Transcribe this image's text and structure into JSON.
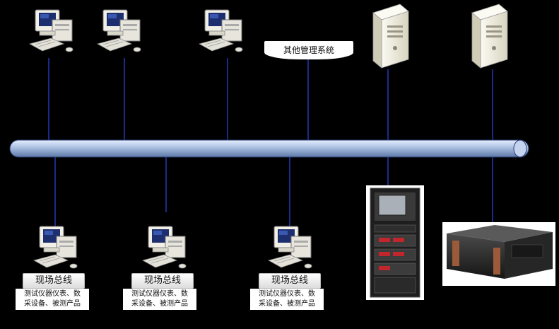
{
  "diagram": {
    "other_system_label": "其他管理系统",
    "field_nodes": [
      {
        "title": "现场总线",
        "desc_line1": "测试仪器仪表、数",
        "desc_line2": "采设备、被测产品"
      },
      {
        "title": "现场总线",
        "desc_line1": "测试仪器仪表、数",
        "desc_line2": "采设备、被测产品"
      },
      {
        "title": "现场总线",
        "desc_line1": "测试仪器仪表、数",
        "desc_line2": "采设备、被测产品"
      }
    ]
  },
  "colors": {
    "background": "#000000",
    "bus": "#a9bfe0",
    "line": "#1a2a8a",
    "server": "#f2f0e4"
  }
}
